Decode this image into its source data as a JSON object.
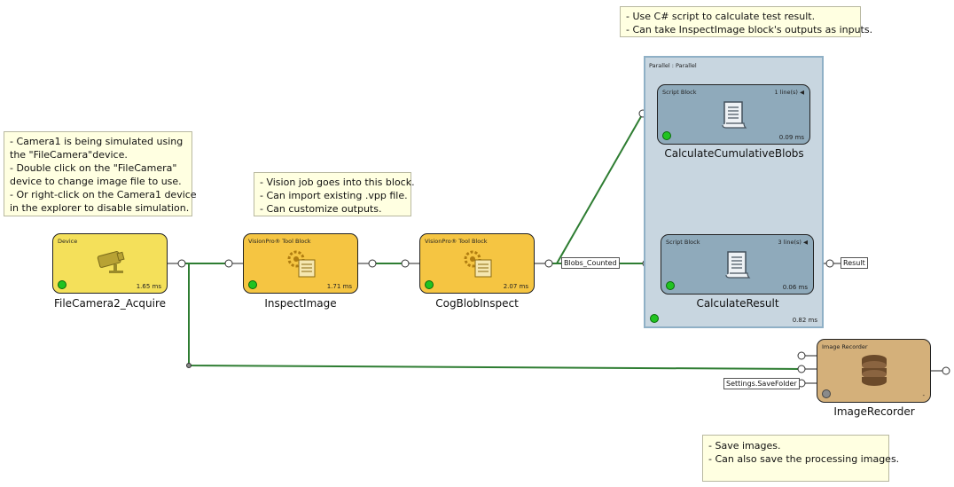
{
  "notes": {
    "camera": [
      "- Camera1 is being simulated using",
      "the \"FileCamera\"device.",
      "- Double click on the \"FileCamera\"",
      "device to change image file to use.",
      "- Or right-click on the Camera1 device",
      "in the explorer to disable simulation."
    ],
    "vision": [
      "- Vision job goes into this block.",
      "- Can import existing .vpp file.",
      "- Can customize outputs."
    ],
    "script": [
      "- Use C# script to calculate test result.",
      "- Can take InspectImage block's outputs as inputs."
    ],
    "recorder": [
      "- Save images.",
      "- Can also save the processing images."
    ]
  },
  "blocks": {
    "camera": {
      "type": "Device",
      "time": "1.65 ms",
      "name": "FileCamera2_Acquire",
      "status": "green",
      "icon": "camera-icon"
    },
    "inspect": {
      "type": "VisionPro® Tool Block",
      "time": "1.71 ms",
      "name": "InspectImage",
      "status": "green",
      "icon": "gear-document-icon"
    },
    "blob": {
      "type": "VisionPro® Tool Block",
      "time": "2.07 ms",
      "name": "CogBlobInspect",
      "status": "green",
      "icon": "gear-document-icon"
    },
    "cumulative": {
      "type": "Script Block",
      "lines": "1 line(s)",
      "time": "0.09 ms",
      "name": "CalculateCumulativeBlobs",
      "status": "green",
      "icon": "script-scroll-icon"
    },
    "result": {
      "type": "Script Block",
      "lines": "3 line(s)",
      "time": "0.06 ms",
      "name": "CalculateResult",
      "status": "green",
      "icon": "script-scroll-icon"
    },
    "recorder": {
      "type": "Image Recorder",
      "time": "-",
      "name": "ImageRecorder",
      "status": "grey",
      "icon": "database-icon"
    }
  },
  "parallel": {
    "title": "Parallel : Parallel",
    "time": "0.82 ms",
    "status": "green"
  },
  "tags": {
    "blobs_counted": "Blobs_Counted",
    "result": "Result",
    "save_folder": "Settings.SaveFolder"
  },
  "colors": {
    "wire": "#2e7d32",
    "status_ok": "#21c321",
    "status_idle": "#8a8a8a",
    "device_block": "#f4e05a",
    "toolblock": "#f5c542",
    "script_block": "#8faabb",
    "recorder_block": "#d4b07a",
    "note_background": "#ffffe1"
  }
}
